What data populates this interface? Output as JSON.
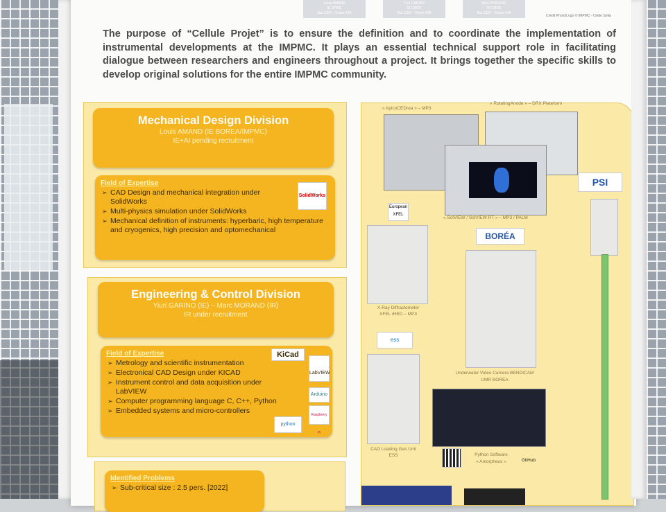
{
  "purpose_text": "The purpose of “Cellule Projet” is to ensure the definition and to coordinate the implementation of instrumental developments at the IMPMC. It plays an essential technical support role in facilitating dialogue between researchers and engineers throughout a project. It brings together the specific skills to develop original solutions for the entire IMPMC community.",
  "header_names": [
    {
      "name": "Louis AMAND",
      "role": "IE UPMC",
      "room": "Bat 1320 – Room 418"
    },
    {
      "name": "Yiuri GARINO",
      "role": "IE CNRS",
      "room": "Bat 1320 – Room 418"
    },
    {
      "name": "Marc MORAND",
      "role": "IR CNRS",
      "room": "Bat 1320 – Room 418"
    }
  ],
  "credit": "Crédit Photo/Logo © IMPMC - Cléde Sofia",
  "mechanical": {
    "title": "Mechanical Design Division",
    "staff": "Louis AMAND (IE BOREA/IMPMC)",
    "recruit": "IE+AI pending recruitment",
    "expertise_heading": "Field of Expertise",
    "items": [
      "CAD Design and mechanical integration under SolidWorks",
      "Multi-physics simulation under SolidWorks",
      "Mechanical definition of instruments: hyperbaric, high temperature and cryogenics, high precision and optomechanical"
    ],
    "logo": "SolidWorks"
  },
  "engineering": {
    "title": "Engineering & Control Division",
    "staff": "Yiuri GARINO (IE) – Marc MORAND (IR)",
    "recruit": "IR under recruitment",
    "expertise_heading": "Field of Expertise",
    "items": [
      "Metrology and scientific instrumentation",
      "Electronical CAD Design under KICAD",
      "Instrument control and data acquisition under LabVIEW",
      "Computer programming language C, C++, Python",
      "Embedded systems and micro-controllers"
    ],
    "logos": [
      "KiCad",
      "LabVIEW",
      "Arduino",
      "Raspberry Pi",
      "python"
    ]
  },
  "problems": {
    "heading": "Identified Problems",
    "first_item": "Sub-critical size : 2.5 pers. [2022]"
  },
  "right_captions": {
    "apico": "« ApicoCEDrea » – MP3",
    "rotating": "« RotatingAnode » – DRX Plateform",
    "solview": "« SolVIEW / SolVIEW RT » – MP3 / PALM",
    "xfel": "European XFEL",
    "xray": "X-Ray Diffractometer",
    "xray2": "XFEL /HED – MP3",
    "borea": "BORÉA",
    "ess": "ess",
    "camera": "Underwater Video Camera BENDICAM",
    "camera2": "UMR BOREA",
    "cad_loading": "CAD Loading Gas Unit",
    "cad_loading2": "ESS",
    "python_soft": "Python Software",
    "python_soft2": "« Amorpheus »",
    "github": "GitHub",
    "psi": "PSI"
  }
}
